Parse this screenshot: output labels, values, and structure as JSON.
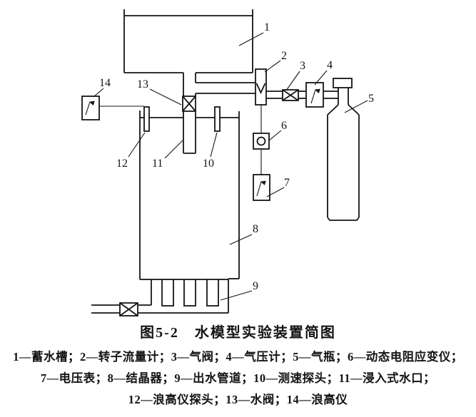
{
  "figure": {
    "title": "图5-2　水模型实验装置简图",
    "caption_lines": [
      "1—蓄水槽；2—转子流量计；3—气阀；4—气压计；5—气瓶；6—动态电阻应变仪；",
      "7—电压表；8—结晶器；9—出水管道；10—测速探头；11—浸入式水口；",
      "12—浪高仪探头；13—水阀；14—浪高仪"
    ]
  },
  "parts": {
    "p1": "1",
    "p2": "2",
    "p3": "3",
    "p4": "4",
    "p5": "5",
    "p6": "6",
    "p7": "7",
    "p8": "8",
    "p9": "9",
    "p10": "10",
    "p11": "11",
    "p12": "12",
    "p13": "13",
    "p14": "14"
  },
  "colors": {
    "ink": "#141414",
    "paper": "#ffffff"
  }
}
